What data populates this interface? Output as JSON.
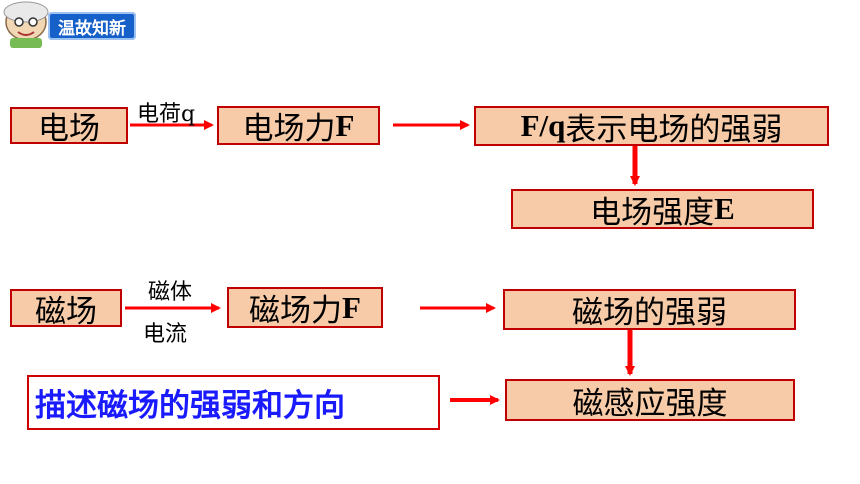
{
  "header": {
    "badge": "温故知新"
  },
  "row1": {
    "box1": "电场",
    "arrow_label": "电荷q",
    "box2_cn": "电场力",
    "box2_latin": "F",
    "box3_latin": "F/q",
    "box3_cn": "表示电场的强弱",
    "box4_cn": "电场强度",
    "box4_latin": "E"
  },
  "row2": {
    "box1": "磁场",
    "arrow_label_top": "磁体",
    "arrow_label_bottom": "电流",
    "box2_cn": "磁场力",
    "box2_latin": "F",
    "box3": "磁场的强弱",
    "box4": "磁感应强度",
    "description": "描述磁场的强弱和方向"
  },
  "colors": {
    "box_fill": "#f8cba8",
    "box_border": "#c00000",
    "arrow": "#ff0000",
    "description_text": "#1a1aff",
    "badge_bg": "#1560c9"
  }
}
